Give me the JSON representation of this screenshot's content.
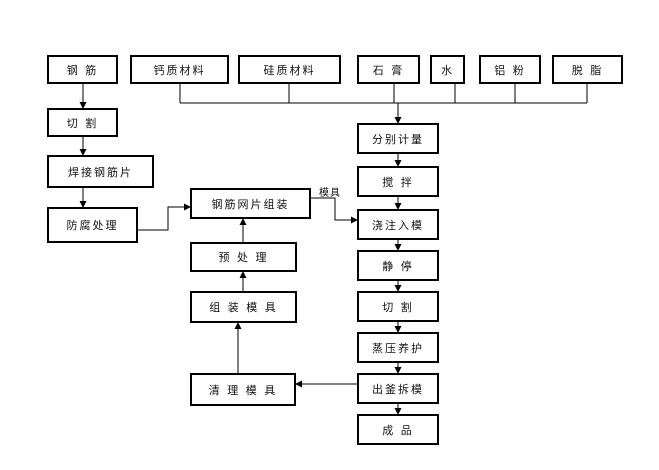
{
  "nodes": {
    "rebar": "钢 筋",
    "cut_rebar": "切 割",
    "weld_sheet": "焊接钢筋片",
    "anticorrosion": "防腐处理",
    "calcium": "钙质材料",
    "silica": "硅质材料",
    "gypsum": "石 膏",
    "water": "水",
    "aluminum": "铝 粉",
    "degrease": "脱 脂",
    "metering": "分别计量",
    "stirring": "搅 拌",
    "pour": "浇注入模",
    "rest": "静 停",
    "cut_block": "切 割",
    "autoclave": "蒸压养护",
    "demold": "出釜拆模",
    "product": "成 品",
    "mesh_assembly": "钢筋网片组装",
    "pretreat": "预 处 理",
    "assemble_mold": "组 装 模 具",
    "clean_mold": "清 理 模 具"
  },
  "edge_label_mold": "模具"
}
